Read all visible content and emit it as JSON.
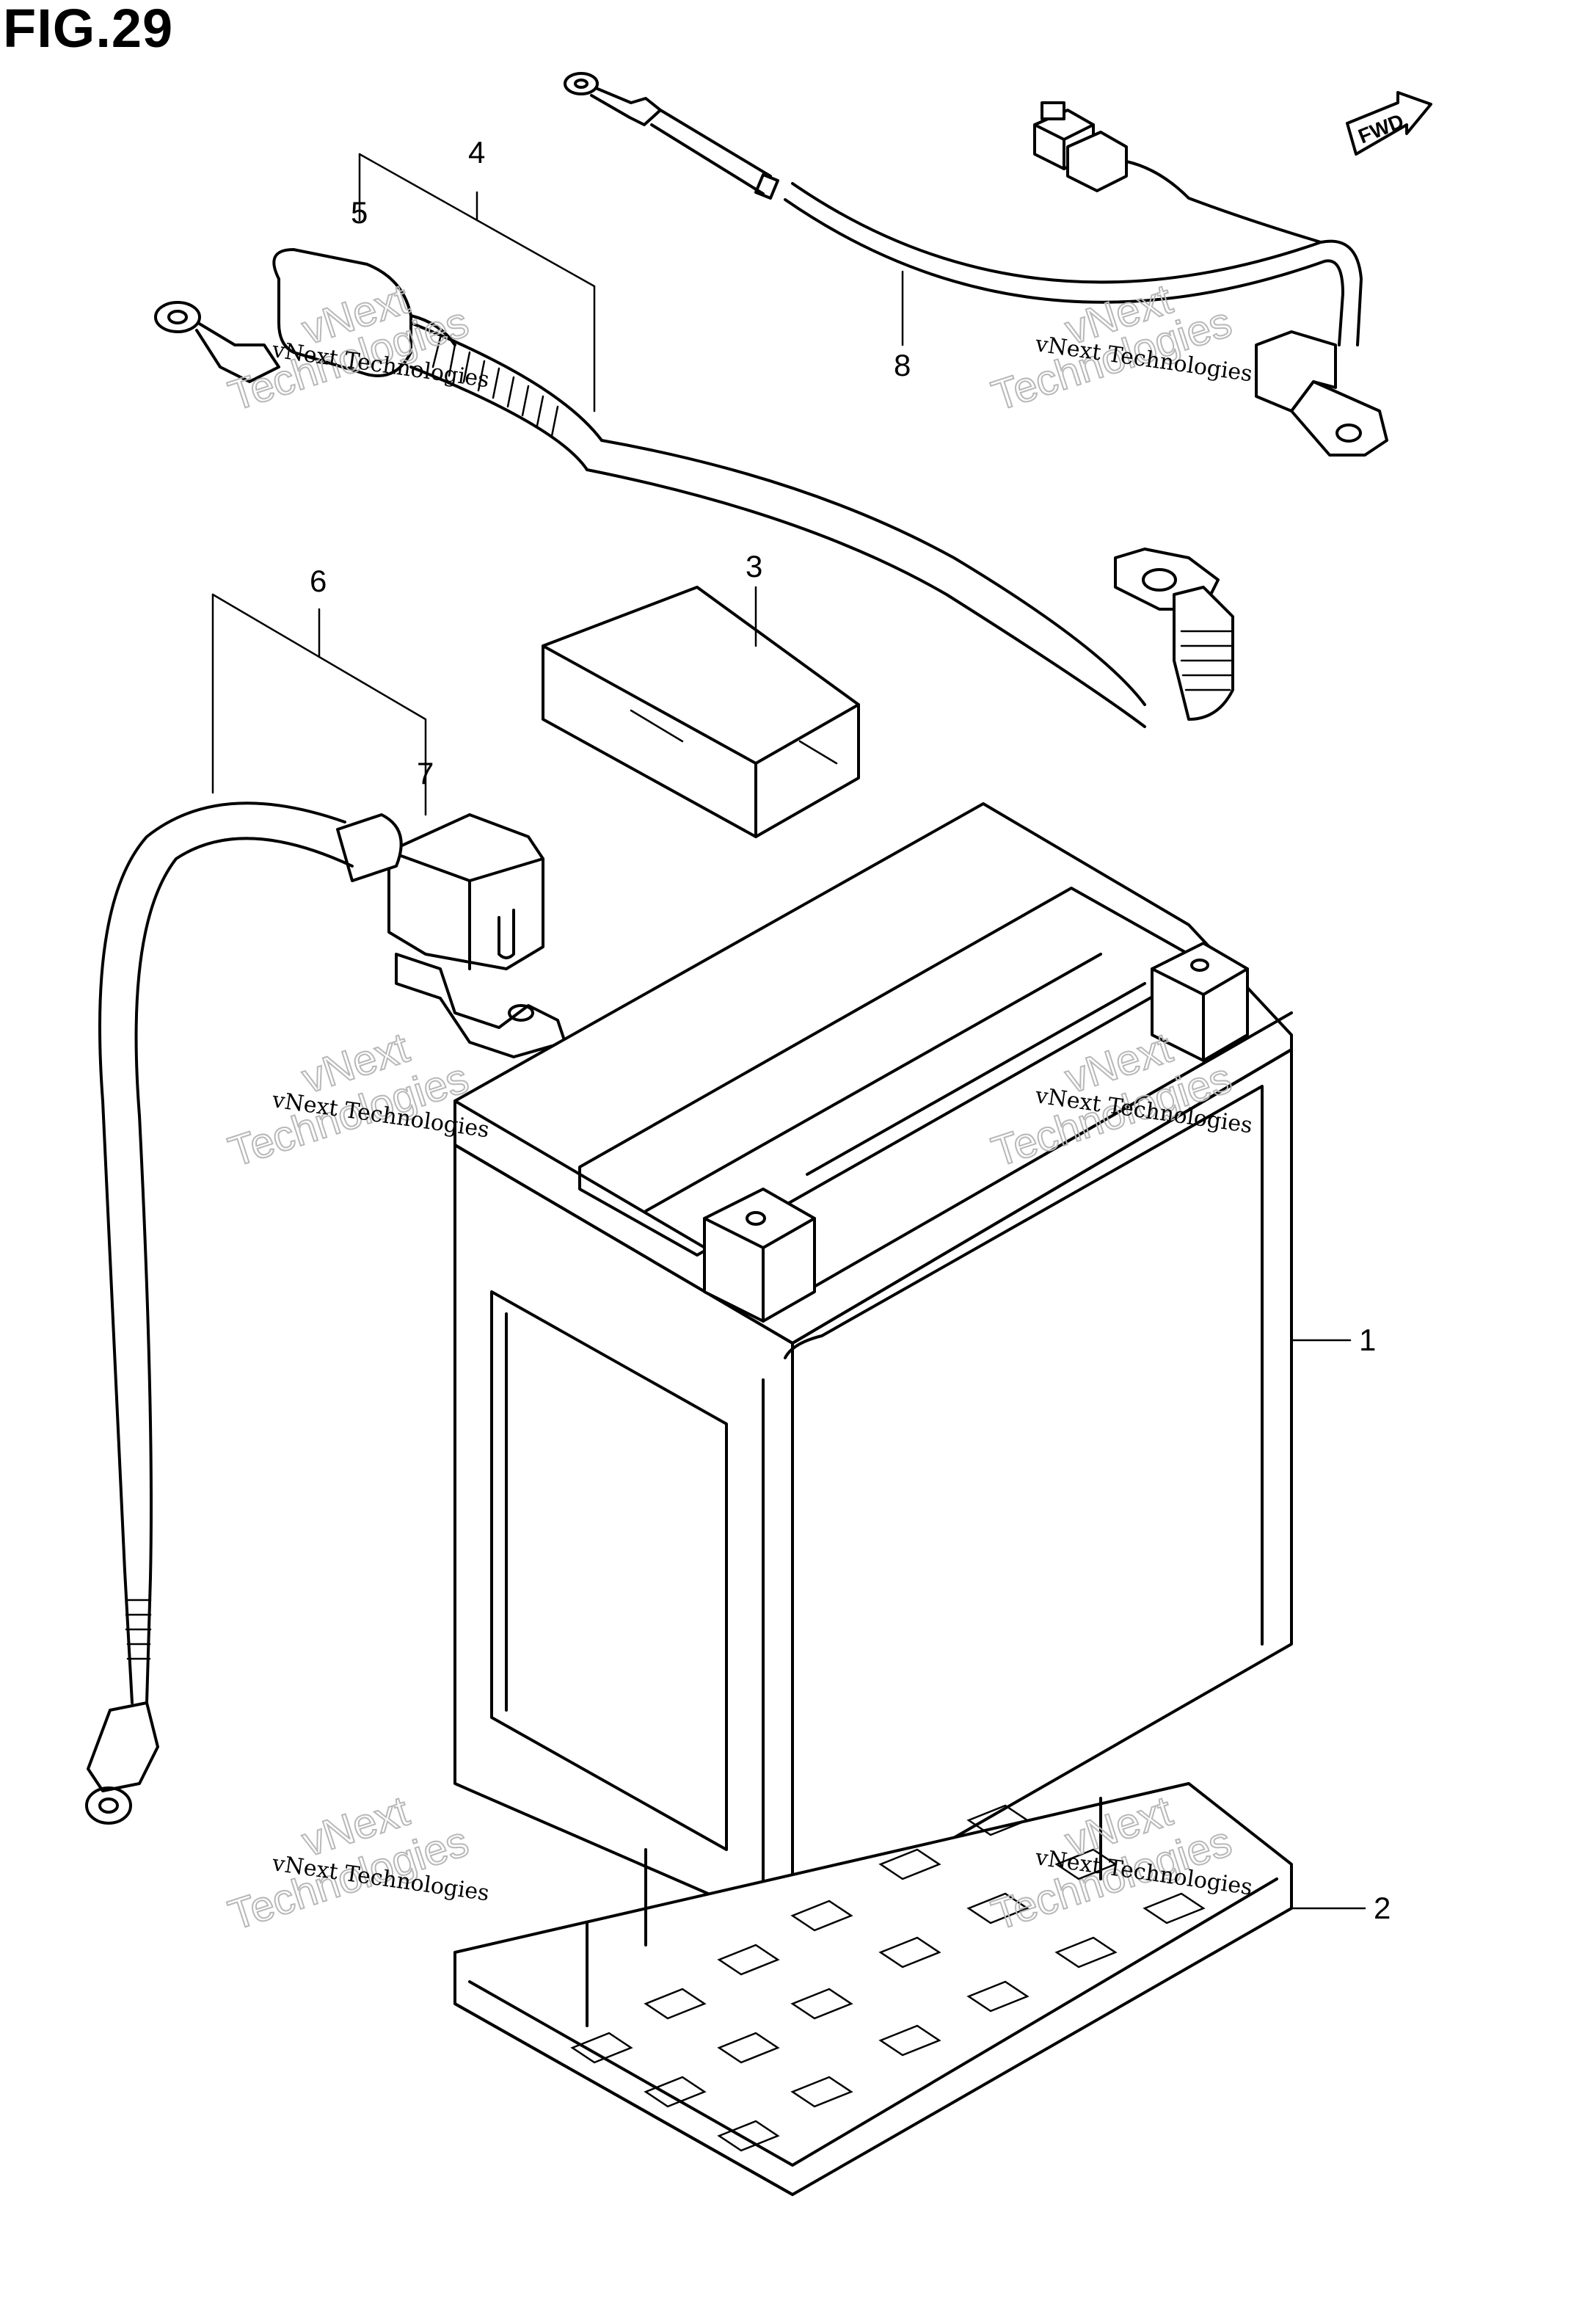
{
  "figure": {
    "title": "FIG.29",
    "direction_badge": "FWD"
  },
  "callouts": [
    {
      "id": "1",
      "label": "1"
    },
    {
      "id": "2",
      "label": "2"
    },
    {
      "id": "3",
      "label": "3"
    },
    {
      "id": "4",
      "label": "4"
    },
    {
      "id": "5",
      "label": "5"
    },
    {
      "id": "6",
      "label": "6"
    },
    {
      "id": "7",
      "label": "7"
    },
    {
      "id": "8",
      "label": "8"
    }
  ],
  "watermark": {
    "line1": "vNext Technologies",
    "line2": "vNext",
    "line3": "Technologies"
  },
  "colors": {
    "line": "#000000",
    "background": "#ffffff",
    "watermark": "#b8b8b8"
  }
}
